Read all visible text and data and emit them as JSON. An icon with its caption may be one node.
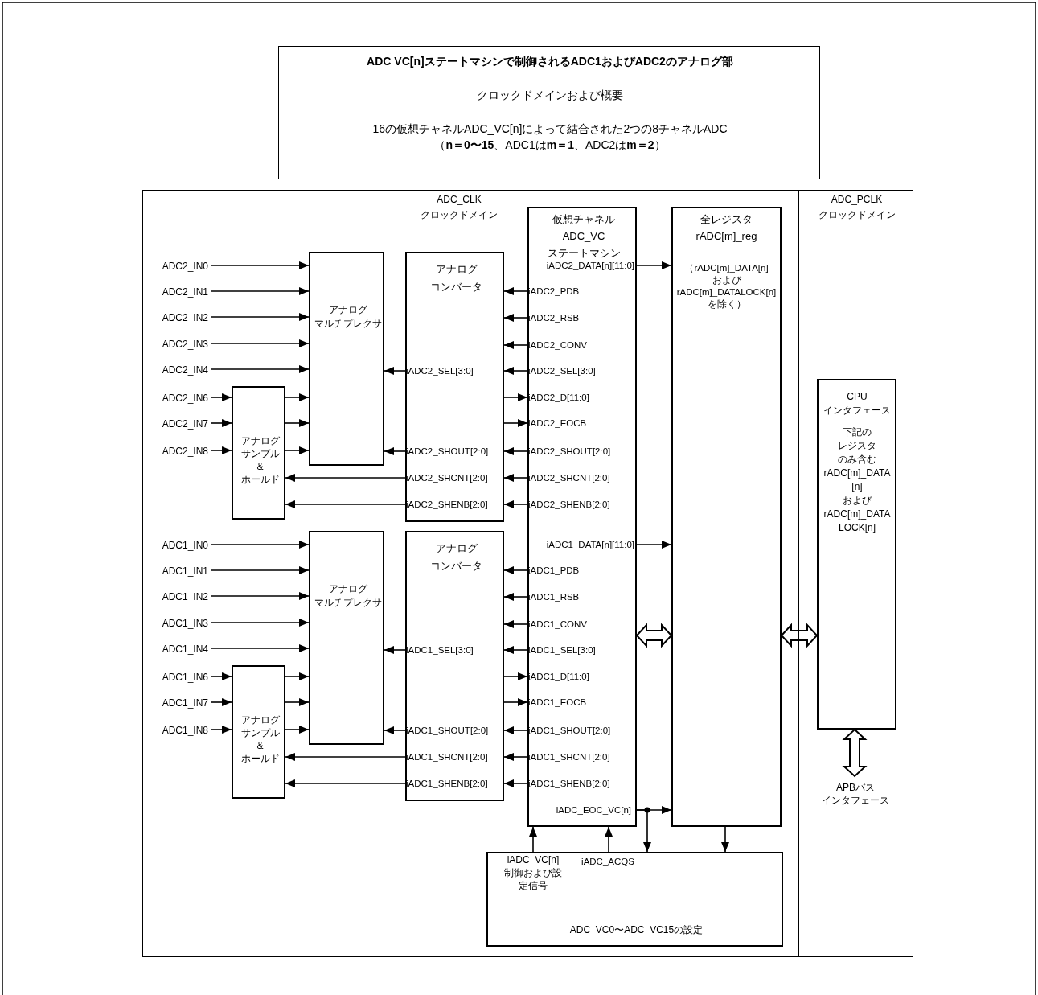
{
  "diagram": {
    "nodes": [
      {
        "text": [
          "ADC VC[n]ステートマシンで制御されるADC1およびADC2のアナログ部",
          "クロックドメインおよび概要",
          "16の仮想チャネルADC_VC[n]によって結合された2つの8チャネルADC",
          "（**n＝0〜15**、ADC1は**m＝1**、ADC2は**m＝2**）"
        ]
      },
      {
        "text": [
          "ADC_CLK",
          "クロックドメイン"
        ]
      },
      {
        "text": [
          "ADC_PCLK",
          "クロックドメイン"
        ]
      },
      {
        "text": [
          "ADC2_IN0"
        ],
        "in": 1
      },
      {
        "text": [
          "ADC2_IN1"
        ],
        "in": 1
      },
      {
        "text": [
          "ADC2_IN2"
        ],
        "in": 1
      },
      {
        "text": [
          "ADC2_IN3"
        ],
        "in": 1
      },
      {
        "text": [
          "ADC2_IN4"
        ],
        "in": 1
      },
      {
        "text": [
          "ADC2_IN6"
        ],
        "in": 1
      },
      {
        "text": [
          "ADC2_IN7"
        ],
        "in": 1
      },
      {
        "text": [
          "ADC2_IN8"
        ],
        "in": 1
      },
      {
        "text": [
          "アナログ",
          "マルチプレクサ"
        ],
        "in": 1
      },
      {
        "text": [
          "アナログ",
          "サンプル",
          "&",
          "ホールド"
        ],
        "in": 1
      },
      {
        "text": [
          "アナログ",
          "コンバータ"
        ],
        "in": 1
      },
      {
        "text": [
          "仮想チャネル",
          "ADC_VC",
          "ステートマシン"
        ],
        "in": 1
      },
      {
        "text": [
          "全レジスタ",
          "rADC[m]_reg",
          "（rADC[m]_DATA[n]",
          "および",
          "rADC[m]_DATALOCK[n]",
          "を除く）"
        ],
        "in": 1
      },
      {
        "text": [
          "CPU",
          "インタフェース",
          "下記の",
          "レジスタ",
          "のみ含む",
          "rADC[m]_DATA[n]",
          "および",
          "rADC[m]_DATALOCK[n]"
        ],
        "in": 2
      },
      {
        "text": [
          "APBバス",
          "インタフェース"
        ],
        "in": 2
      },
      {
        "text": [
          "ADC1_IN0"
        ],
        "in": 1
      },
      {
        "text": [
          "ADC1_IN1"
        ],
        "in": 1
      },
      {
        "text": [
          "ADC1_IN2"
        ],
        "in": 1
      },
      {
        "text": [
          "ADC1_IN3"
        ],
        "in": 1
      },
      {
        "text": [
          "ADC1_IN4"
        ],
        "in": 1
      },
      {
        "text": [
          "ADC1_IN6"
        ],
        "in": 1
      },
      {
        "text": [
          "ADC1_IN7"
        ],
        "in": 1
      },
      {
        "text": [
          "ADC1_IN8"
        ],
        "in": 1
      },
      {
        "text": [
          "アナログ",
          "マルチプレクサ"
        ],
        "in": 1
      },
      {
        "text": [
          "アナログ",
          "サンプル",
          "&",
          "ホールド"
        ],
        "in": 1
      },
      {
        "text": [
          "アナログ",
          "コンバータ"
        ],
        "in": 1
      },
      {
        "text": [
          "ADC_VC0〜ADC_VC15の設定"
        ],
        "in": 1
      }
    ],
    "edges": [
      {
        "from": 3,
        "to": 11,
        "arrow": "to"
      },
      {
        "from": 4,
        "to": 11,
        "arrow": "to"
      },
      {
        "from": 5,
        "to": 11,
        "arrow": "to"
      },
      {
        "from": 6,
        "to": 11,
        "arrow": "to"
      },
      {
        "from": 7,
        "to": 11,
        "arrow": "to"
      },
      {
        "from": 8,
        "to": 12,
        "arrow": "to"
      },
      {
        "from": 9,
        "to": 12,
        "arrow": "to"
      },
      {
        "from": 10,
        "to": 12,
        "arrow": "to"
      },
      {
        "from": 12,
        "to": 11,
        "arrow": "to"
      },
      {
        "from": 12,
        "to": 11,
        "arrow": "to"
      },
      {
        "from": 12,
        "to": 11,
        "arrow": "to"
      },
      {
        "from": 13,
        "to": 11,
        "arrow": "to",
        "label": "iADC2_SEL[3:0]"
      },
      {
        "from": 13,
        "to": 11,
        "arrow": "to",
        "label": "iADC2_SHOUT[2:0]"
      },
      {
        "from": 13,
        "to": 12,
        "arrow": "to",
        "label": "iADC2_SHCNT[2:0]"
      },
      {
        "from": 13,
        "to": 12,
        "arrow": "to",
        "label": "iADC2_SHENB[2:0]"
      },
      {
        "from": 14,
        "to": 15,
        "arrow": "to",
        "label": "iADC2_DATA[n][11:0]"
      },
      {
        "from": 14,
        "to": 13,
        "arrow": "to",
        "label": "iADC2_PDB"
      },
      {
        "from": 14,
        "to": 13,
        "arrow": "to",
        "label": "iADC2_RSB"
      },
      {
        "from": 14,
        "to": 13,
        "arrow": "to",
        "label": "iADC2_CONV"
      },
      {
        "from": 14,
        "to": 13,
        "arrow": "to",
        "label": "iADC2_SEL[3:0]"
      },
      {
        "from": 13,
        "to": 14,
        "arrow": "to",
        "label": "iADC2_D[11:0]"
      },
      {
        "from": 13,
        "to": 14,
        "arrow": "to",
        "label": "iADC2_EOCB"
      },
      {
        "from": 14,
        "to": 13,
        "arrow": "to",
        "label": "iADC2_SHOUT[2:0]"
      },
      {
        "from": 14,
        "to": 13,
        "arrow": "to",
        "label": "iADC2_SHCNT[2:0]"
      },
      {
        "from": 14,
        "to": 13,
        "arrow": "to",
        "label": "iADC2_SHENB[2:0]"
      },
      {
        "from": 18,
        "to": 26,
        "arrow": "to"
      },
      {
        "from": 19,
        "to": 26,
        "arrow": "to"
      },
      {
        "from": 20,
        "to": 26,
        "arrow": "to"
      },
      {
        "from": 21,
        "to": 26,
        "arrow": "to"
      },
      {
        "from": 22,
        "to": 26,
        "arrow": "to"
      },
      {
        "from": 23,
        "to": 27,
        "arrow": "to"
      },
      {
        "from": 24,
        "to": 27,
        "arrow": "to"
      },
      {
        "from": 25,
        "to": 27,
        "arrow": "to"
      },
      {
        "from": 27,
        "to": 26,
        "arrow": "to"
      },
      {
        "from": 27,
        "to": 26,
        "arrow": "to"
      },
      {
        "from": 27,
        "to": 26,
        "arrow": "to"
      },
      {
        "from": 28,
        "to": 26,
        "arrow": "to",
        "label": "iADC1_SEL[3:0]"
      },
      {
        "from": 28,
        "to": 26,
        "arrow": "to",
        "label": "iADC1_SHOUT[2:0]"
      },
      {
        "from": 28,
        "to": 27,
        "arrow": "to",
        "label": "iADC1_SHCNT[2:0]"
      },
      {
        "from": 28,
        "to": 27,
        "arrow": "to",
        "label": "iADC1_SHENB[2:0]"
      },
      {
        "from": 14,
        "to": 15,
        "arrow": "to",
        "label": "iADC1_DATA[n][11:0]"
      },
      {
        "from": 14,
        "to": 28,
        "arrow": "to",
        "label": "iADC1_PDB"
      },
      {
        "from": 14,
        "to": 28,
        "arrow": "to",
        "label": "iADC1_RSB"
      },
      {
        "from": 14,
        "to": 28,
        "arrow": "to",
        "label": "iADC1_CONV"
      },
      {
        "from": 14,
        "to": 28,
        "arrow": "to",
        "label": "iADC1_SEL[3:0]"
      },
      {
        "from": 28,
        "to": 14,
        "arrow": "to",
        "label": "iADC1_D[11:0]"
      },
      {
        "from": 28,
        "to": 14,
        "arrow": "to",
        "label": "iADC1_EOCB"
      },
      {
        "from": 14,
        "to": 28,
        "arrow": "to",
        "label": "iADC1_SHOUT[2:0]"
      },
      {
        "from": 14,
        "to": 28,
        "arrow": "to",
        "label": "iADC1_SHCNT[2:0]"
      },
      {
        "from": 14,
        "to": 28,
        "arrow": "to",
        "label": "iADC1_SHENB[2:0]"
      },
      {
        "from": 14,
        "to": 15,
        "arrow": "both",
        "style": "thick"
      },
      {
        "from": 15,
        "to": 16,
        "arrow": "both",
        "style": "thick"
      },
      {
        "from": 16,
        "to": 17,
        "arrow": "both",
        "style": "thick"
      },
      {
        "from": 14,
        "to": 15,
        "arrow": "to",
        "label": "iADC_EOC_VC[n]"
      },
      {
        "from": 14,
        "to": 29,
        "arrow": "to"
      },
      {
        "from": 15,
        "to": 29,
        "arrow": "to"
      },
      {
        "from": 29,
        "to": 14,
        "arrow": "to",
        "label": "iADC_VC[n]制御および設定信号"
      },
      {
        "from": 29,
        "to": 14,
        "arrow": "to",
        "label": "iADC_ACQS"
      }
    ]
  }
}
